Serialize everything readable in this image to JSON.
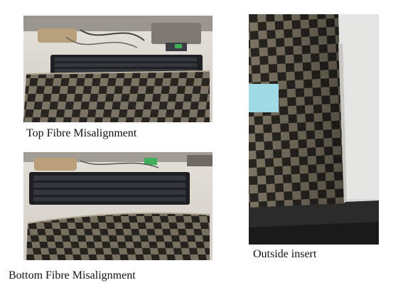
{
  "figure": {
    "captions": {
      "top": "Top Fibre Misalignment",
      "bottom": "Bottom Fibre Misalignment",
      "right": "Outside insert"
    }
  },
  "icons": {
    "top_photo": "carbon-fibre-sample-photo",
    "bottom_photo": "carbon-fibre-sample-photo",
    "right_photo": "carbon-fibre-closeup-photo"
  },
  "colors": {
    "carbon_dark": "#2e2b26",
    "carbon_light": "#8c8472",
    "desk": "#d9d6cf",
    "keyboard": "#1e2024",
    "sticky_tab": "#8fd3e0"
  }
}
